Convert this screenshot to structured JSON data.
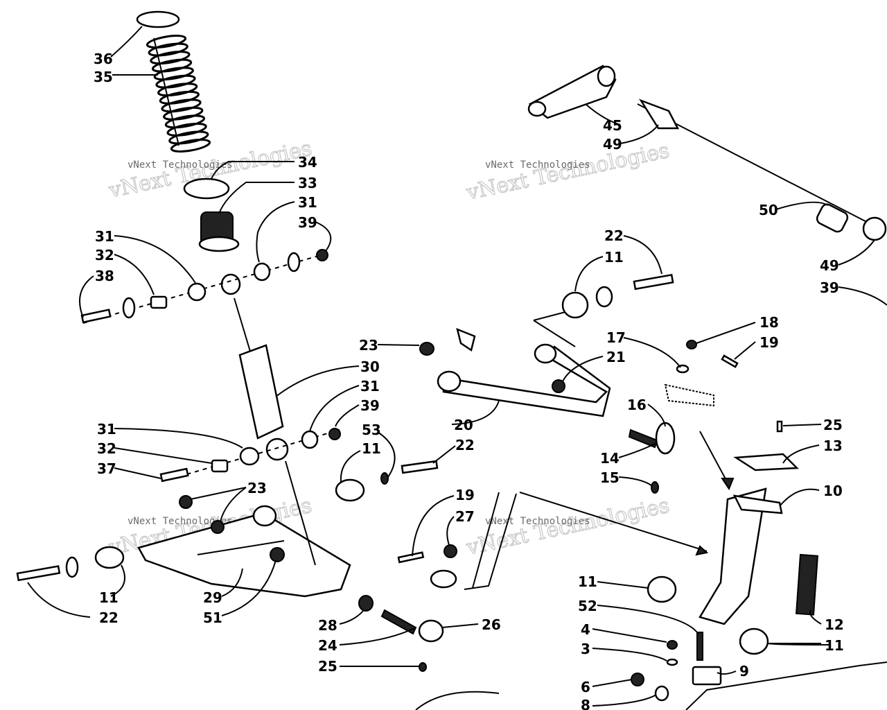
{
  "watermark": {
    "small": "vNext Technologies",
    "big": "vNext Technologies"
  },
  "labels": [
    "36",
    "35",
    "34",
    "33",
    "31",
    "39",
    "31",
    "32",
    "38",
    "23",
    "30",
    "31",
    "39",
    "31",
    "32",
    "37",
    "53",
    "11",
    "22",
    "23",
    "29",
    "51",
    "11",
    "22",
    "28",
    "24",
    "25",
    "19",
    "27",
    "26",
    "20",
    "22",
    "11",
    "17",
    "21",
    "16",
    "14",
    "15",
    "18",
    "19",
    "25",
    "13",
    "10",
    "12",
    "11",
    "52",
    "4",
    "3",
    "6",
    "8",
    "9",
    "11",
    "45",
    "49",
    "50",
    "49",
    "39"
  ]
}
